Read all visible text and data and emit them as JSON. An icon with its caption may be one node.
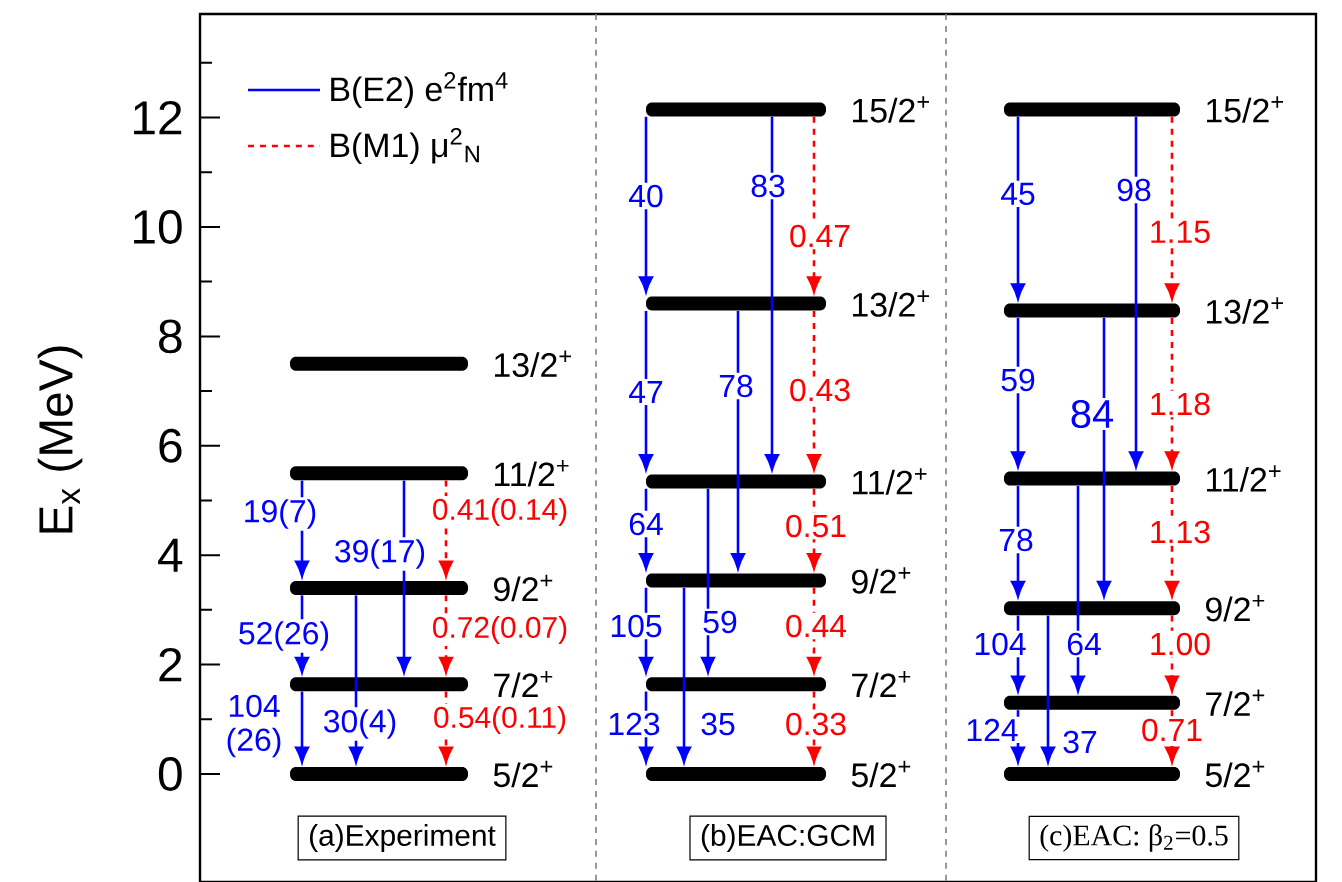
{
  "diagram": {
    "nodes": [
      {
        "text": [],
        "shape": "bar",
        "beside": [
          "13/2$^{+}$"
        ]
      },
      {
        "text": [],
        "shape": "bar",
        "beside": [
          "11/2$^{+}$"
        ]
      },
      {
        "text": [],
        "shape": "bar",
        "beside": [
          "9/2$^{+}$"
        ]
      },
      {
        "text": [],
        "shape": "bar",
        "beside": [
          "7/2$^{+}$"
        ]
      },
      {
        "text": [],
        "shape": "bar",
        "beside": [
          "5/2$^{+}$"
        ]
      },
      {
        "text": [],
        "shape": "bar",
        "beside": [
          "15/2$^{+}$"
        ]
      },
      {
        "text": [],
        "shape": "bar",
        "beside": [
          "13/2$^{+}$"
        ]
      },
      {
        "text": [],
        "shape": "bar",
        "beside": [
          "11/2$^{+}$"
        ]
      },
      {
        "text": [],
        "shape": "bar",
        "beside": [
          "9/2$^{+}$"
        ]
      },
      {
        "text": [],
        "shape": "bar",
        "beside": [
          "7/2$^{+}$"
        ]
      },
      {
        "text": [],
        "shape": "bar",
        "beside": [
          "5/2$^{+}$"
        ]
      },
      {
        "text": [],
        "shape": "bar",
        "beside": [
          "15/2$^{+}$"
        ]
      },
      {
        "text": [],
        "shape": "bar",
        "beside": [
          "13/2$^{+}$"
        ]
      },
      {
        "text": [],
        "shape": "bar",
        "beside": [
          "11/2$^{+}$"
        ]
      },
      {
        "text": [],
        "shape": "bar",
        "beside": [
          "9/2$^{+}$"
        ]
      },
      {
        "text": [],
        "shape": "bar",
        "beside": [
          "7/2$^{+}$"
        ]
      },
      {
        "text": [],
        "shape": "bar",
        "beside": [
          "5/2$^{+}$"
        ]
      },
      {
        "text": [
          "(a)Experiment"
        ]
      },
      {
        "text": [
          "(b)EAC:GCM"
        ]
      },
      {
        "text": [
          "(c)EAC: β$_{2}$=0.5"
        ]
      }
    ],
    "edges": [
      {
        "from": 1,
        "to": 2,
        "arrow": "to",
        "label": "19(7)"
      },
      {
        "from": 1,
        "to": 3,
        "arrow": "to",
        "label": "39(17)"
      },
      {
        "from": 1,
        "to": 2,
        "arrow": "to",
        "label": "0.41(0.14)",
        "style": "dashed",
        "color": "#ff0000"
      },
      {
        "from": 2,
        "to": 3,
        "arrow": "to",
        "label": "52(26)"
      },
      {
        "from": 2,
        "to": 4,
        "arrow": "to",
        "label": "30(4)"
      },
      {
        "from": 2,
        "to": 3,
        "arrow": "to",
        "label": "0.72(0.07)",
        "style": "dashed",
        "color": "#ff0000"
      },
      {
        "from": 3,
        "to": 4,
        "arrow": "to",
        "label": "104 (26)"
      },
      {
        "from": 3,
        "to": 4,
        "arrow": "to",
        "label": "0.54(0.11)",
        "style": "dashed",
        "color": "#ff0000"
      },
      {
        "from": 5,
        "to": 6,
        "arrow": "to",
        "label": "40"
      },
      {
        "from": 5,
        "to": 7,
        "arrow": "to",
        "label": "83"
      },
      {
        "from": 5,
        "to": 6,
        "arrow": "to",
        "label": "0.47",
        "style": "dashed",
        "color": "#ff0000"
      },
      {
        "from": 6,
        "to": 7,
        "arrow": "to",
        "label": "47"
      },
      {
        "from": 6,
        "to": 8,
        "arrow": "to",
        "label": "78"
      },
      {
        "from": 6,
        "to": 7,
        "arrow": "to",
        "label": "0.43",
        "style": "dashed",
        "color": "#ff0000"
      },
      {
        "from": 7,
        "to": 8,
        "arrow": "to",
        "label": "64"
      },
      {
        "from": 7,
        "to": 9,
        "arrow": "to",
        "label": "59"
      },
      {
        "from": 7,
        "to": 8,
        "arrow": "to",
        "label": "0.51",
        "style": "dashed",
        "color": "#ff0000"
      },
      {
        "from": 8,
        "to": 9,
        "arrow": "to",
        "label": "105"
      },
      {
        "from": 8,
        "to": 10,
        "arrow": "to",
        "label": "35"
      },
      {
        "from": 8,
        "to": 9,
        "arrow": "to",
        "label": "0.44",
        "style": "dashed",
        "color": "#ff0000"
      },
      {
        "from": 9,
        "to": 10,
        "arrow": "to",
        "label": "123"
      },
      {
        "from": 9,
        "to": 10,
        "arrow": "to",
        "label": "0.33",
        "style": "dashed",
        "color": "#ff0000"
      },
      {
        "from": 11,
        "to": 12,
        "arrow": "to",
        "label": "45"
      },
      {
        "from": 11,
        "to": 13,
        "arrow": "to",
        "label": "98"
      },
      {
        "from": 11,
        "to": 12,
        "arrow": "to",
        "label": "1.15",
        "style": "dashed",
        "color": "#ff0000"
      },
      {
        "from": 12,
        "to": 13,
        "arrow": "to",
        "label": "59"
      },
      {
        "from": 12,
        "to": 14,
        "arrow": "to",
        "label": "84"
      },
      {
        "from": 12,
        "to": 13,
        "arrow": "to",
        "label": "1.18",
        "style": "dashed",
        "color": "#ff0000"
      },
      {
        "from": 13,
        "to": 14,
        "arrow": "to",
        "label": "78"
      },
      {
        "from": 13,
        "to": 15,
        "arrow": "to",
        "label": "64"
      },
      {
        "from": 13,
        "to": 14,
        "arrow": "to",
        "label": "1.13",
        "style": "dashed",
        "color": "#ff0000"
      },
      {
        "from": 14,
        "to": 15,
        "arrow": "to",
        "label": "104"
      },
      {
        "from": 14,
        "to": 16,
        "arrow": "to",
        "label": "37"
      },
      {
        "from": 14,
        "to": 15,
        "arrow": "to",
        "label": "1.00",
        "style": "dashed",
        "color": "#ff0000"
      },
      {
        "from": 15,
        "to": 16,
        "arrow": "to",
        "label": "124"
      },
      {
        "from": 15,
        "to": 16,
        "arrow": "to",
        "label": "0.71",
        "style": "dashed",
        "color": "#ff0000"
      }
    ],
    "labels": [
      "12",
      "10",
      "8",
      "6",
      "4",
      "2",
      "0",
      "E$_{x}$ (MeV)"
    ],
    "legend": [
      {
        "text": "B(E2) e$^{2}$fm$^{4}$"
      },
      {
        "text": "B(M1) μ$^{2}$$_{N}$"
      }
    ]
  }
}
